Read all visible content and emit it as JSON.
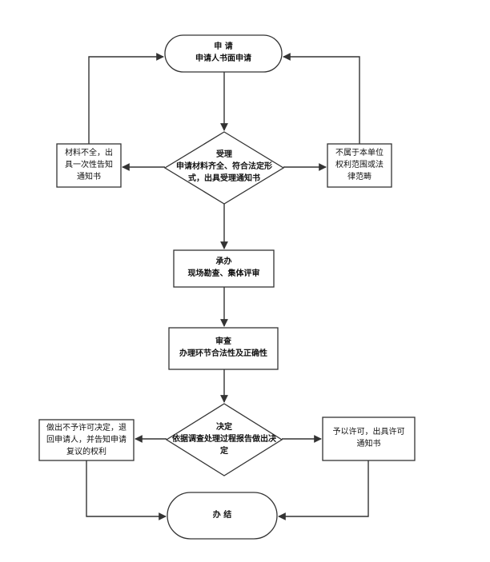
{
  "nodes": {
    "apply": {
      "title": "申 请",
      "subtitle": "申请人书面申请"
    },
    "accept": {
      "title": "受理",
      "line1": "申请材料齐全、符合法定形",
      "line2": "式，出具受理通知书"
    },
    "incomplete": {
      "line1": "材料不全，出",
      "line2": "具一次性告知",
      "line3": "通知书"
    },
    "out_of_scope": {
      "line1": "不属于本单位",
      "line2": "权利范围或法",
      "line3": "律范畴"
    },
    "handle": {
      "title": "承办",
      "subtitle": "现场勘查、集体评审"
    },
    "review": {
      "title": "审查",
      "subtitle": "办理环节合法性及正确性"
    },
    "decide": {
      "title": "决定",
      "line1": "依据调查处理过程报告做出决",
      "line2": "定"
    },
    "deny": {
      "line1": "做出不予许可决定，退",
      "line2": "回申请人，并告知申请",
      "line3": "复议的权利"
    },
    "grant": {
      "line1": "予以许可，出具许可",
      "line2": "通知书"
    },
    "done": {
      "title": "办 结"
    }
  }
}
